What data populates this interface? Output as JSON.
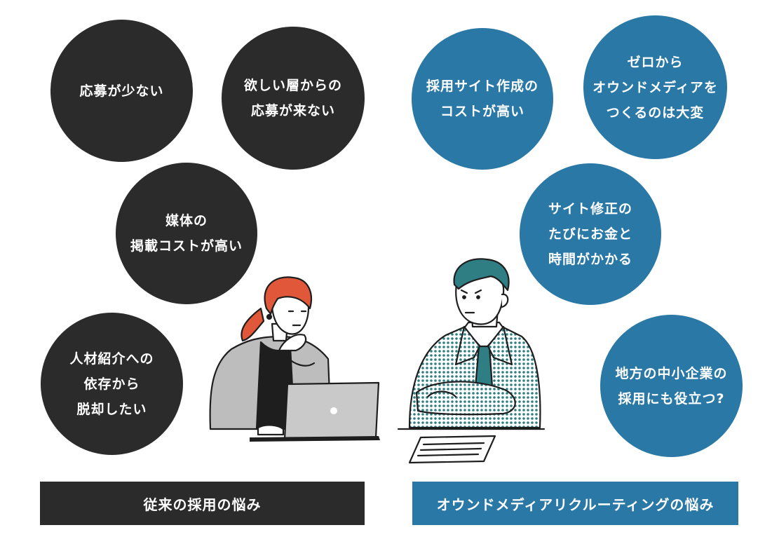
{
  "left": {
    "bubbles": [
      {
        "lines": [
          "応募が少ない"
        ]
      },
      {
        "lines": [
          "欲しい層からの",
          "応募が来ない"
        ]
      },
      {
        "lines": [
          "媒体の",
          "掲載コストが高い"
        ]
      },
      {
        "lines": [
          "人材紹介への",
          "依存から",
          "脱却したい"
        ]
      }
    ],
    "label": "従来の採用の悩み"
  },
  "right": {
    "bubbles": [
      {
        "lines": [
          "採用サイト作成の",
          "コストが高い"
        ]
      },
      {
        "lines": [
          "ゼロから",
          "オウンドメディアを",
          "つくるのは大変"
        ]
      },
      {
        "lines": [
          "サイト修正の",
          "たびにお金と",
          "時間がかかる"
        ]
      },
      {
        "lines": [
          "地方の中小企業の",
          "採用にも役立つ?"
        ]
      }
    ],
    "label": "オウンドメディアリクルーティングの悩み"
  },
  "colors": {
    "dark": "#2b2b2b",
    "blue": "#2a78a6",
    "accent_hair": "#e0573a",
    "man_hair": "#2e7e84"
  },
  "illustrations": [
    {
      "name": "woman-at-laptop",
      "icon": "woman-thinking-illustration"
    },
    {
      "name": "man-arms-crossed",
      "icon": "man-arms-crossed-illustration"
    }
  ]
}
